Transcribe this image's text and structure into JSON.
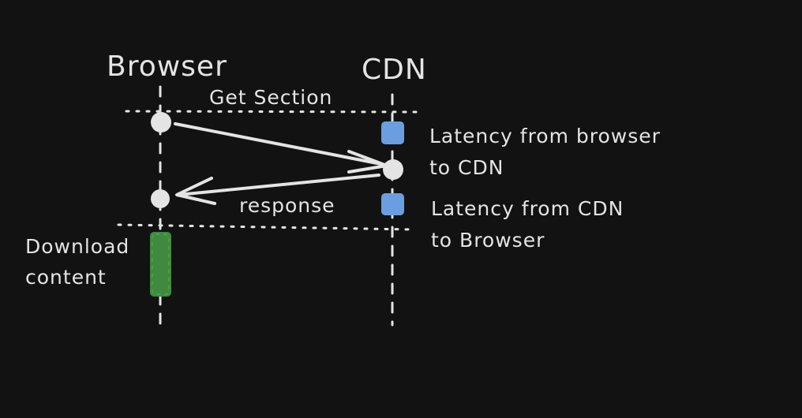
{
  "participants": {
    "left": "Browser",
    "right": "CDN"
  },
  "messages": {
    "request": "Get Section",
    "response": "response"
  },
  "notes": {
    "latency_to_cdn": [
      "Latency from browser",
      "to CDN"
    ],
    "latency_to_browser": [
      "Latency from CDN",
      "to Browser"
    ],
    "download": [
      "Download",
      "content"
    ]
  },
  "colors": {
    "background": "#121212",
    "stroke": "#e4e4e4",
    "latency_marker": "#6a9ee0",
    "download_bar": "#3f8a3e"
  }
}
